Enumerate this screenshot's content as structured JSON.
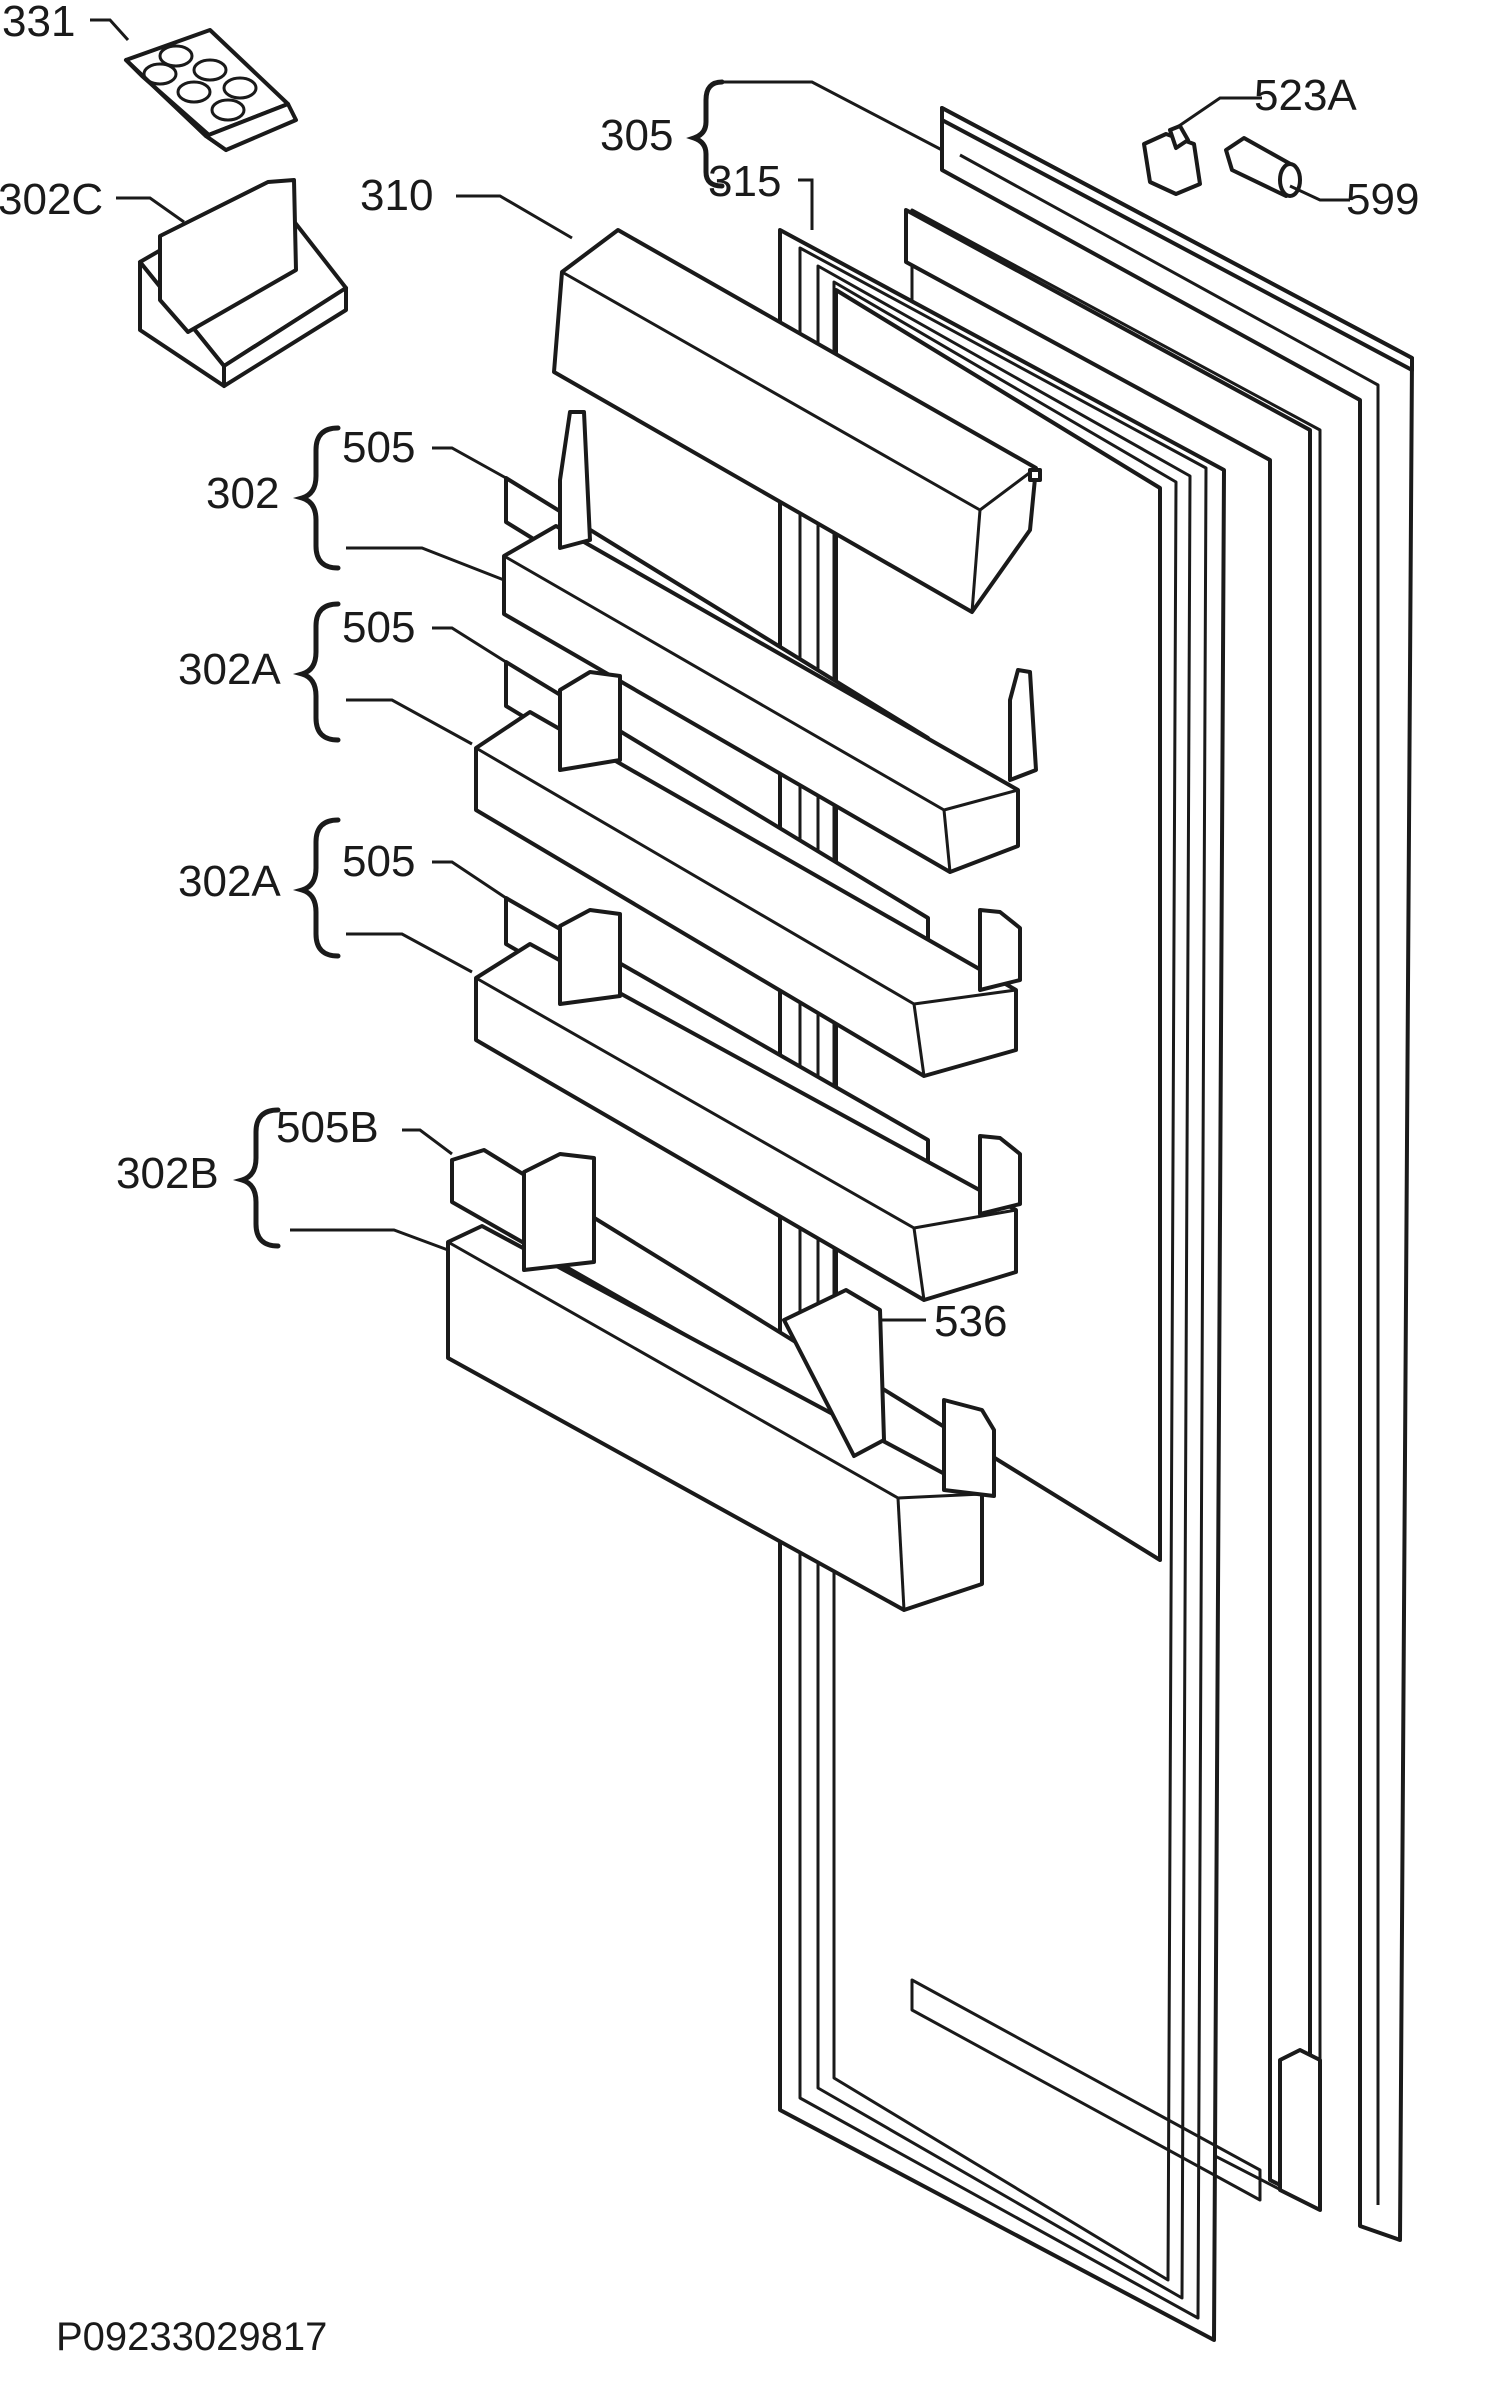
{
  "labels": {
    "l331": "331",
    "l302c": "302C",
    "l310": "310",
    "l305": "305",
    "l315": "315",
    "l523a": "523A",
    "l599": "599",
    "l302": "302",
    "l505_1": "505",
    "l302a_1": "302A",
    "l505_2": "505",
    "l302a_2": "302A",
    "l505_3": "505",
    "l302b": "302B",
    "l505b": "505B",
    "l536": "536"
  },
  "reference": "P09233029817"
}
